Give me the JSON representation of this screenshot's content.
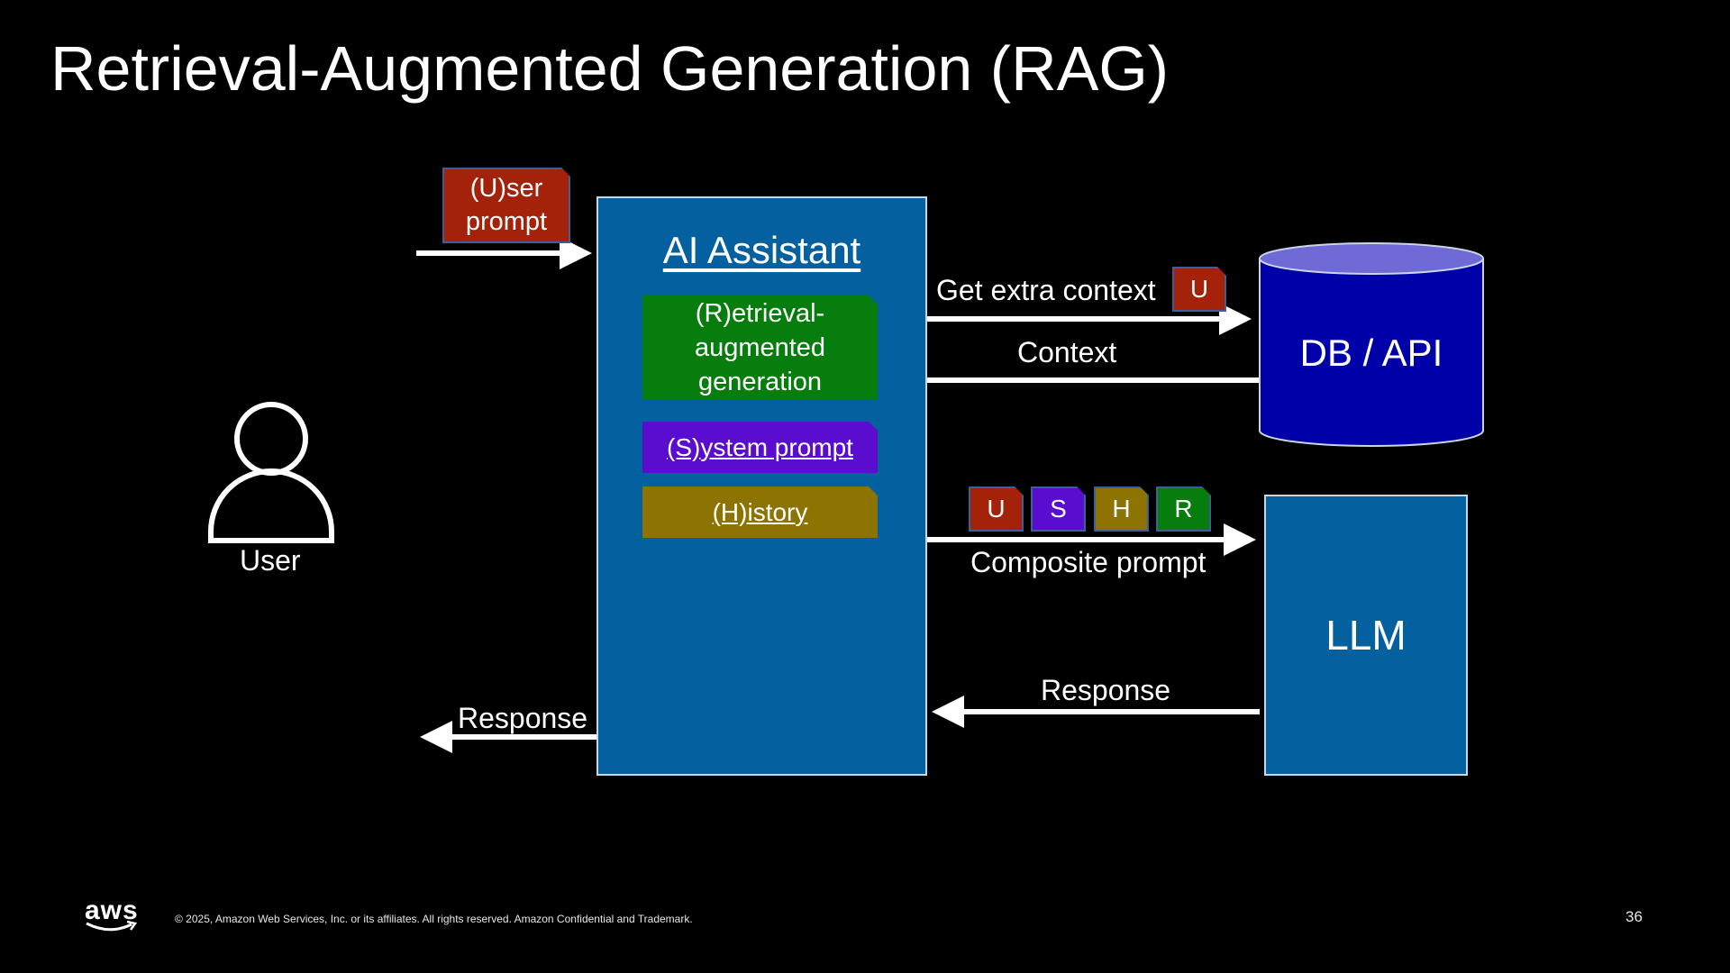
{
  "title": "Retrieval-Augmented Generation (RAG)",
  "user": {
    "label": "User"
  },
  "user_prompt": {
    "label": "(U)ser prompt"
  },
  "assistant": {
    "title": "AI Assistant",
    "rag_label": "(R)etrieval-augmented generation",
    "system_label": "(S)ystem prompt",
    "history_label": "(H)istory"
  },
  "db": {
    "label": "DB / API"
  },
  "llm": {
    "label": "LLM"
  },
  "arrows": {
    "get_context": "Get extra context",
    "context": "Context",
    "composite": "Composite prompt",
    "response_llm": "Response",
    "response_user": "Response"
  },
  "chips": {
    "u": "U",
    "s": "S",
    "h": "H",
    "r": "R",
    "query_u": "U"
  },
  "colors": {
    "user_prompt": "#a5220a",
    "rag": "#067d0c",
    "system": "#5a0ccf",
    "history": "#8c7302",
    "assistant": "#04609f",
    "db": "#0000a8"
  },
  "footer": {
    "logo": "aws",
    "copyright": "© 2025, Amazon Web Services, Inc. or its affiliates. All rights reserved. Amazon Confidential and Trademark.",
    "page_number": "36"
  }
}
